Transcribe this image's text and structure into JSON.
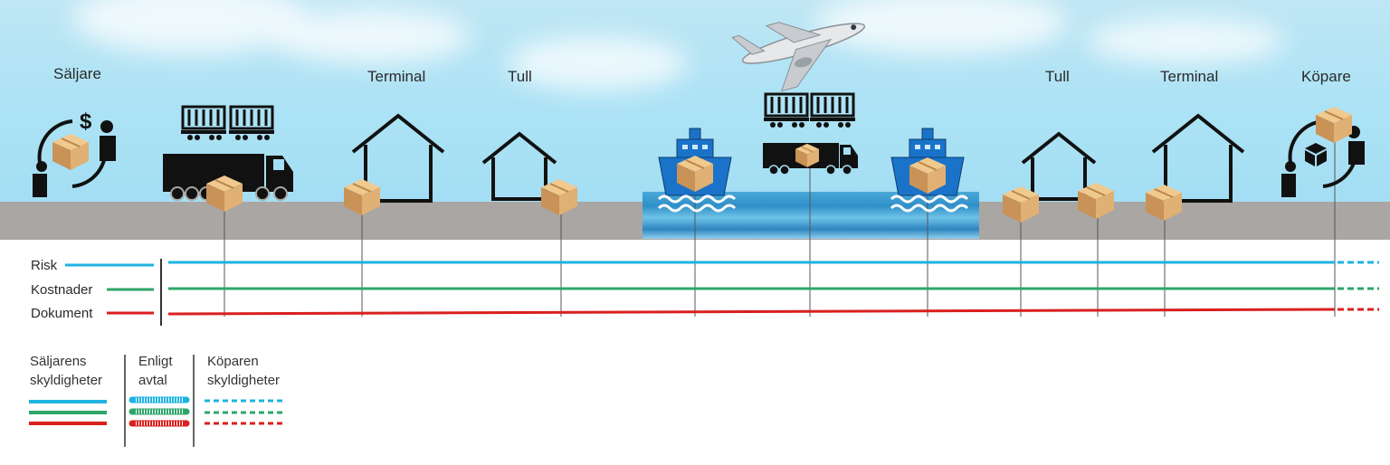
{
  "locations": {
    "seller": "Säljare",
    "terminal_origin": "Terminal",
    "customs_origin": "Tull",
    "customs_destination": "Tull",
    "terminal_destination": "Terminal",
    "buyer": "Köpare"
  },
  "obligation_rows": {
    "risk": "Risk",
    "costs": "Kostnader",
    "documents": "Dokument"
  },
  "legend": {
    "seller_line1": "Säljarens",
    "seller_line2": "skyldigheter",
    "agreement_line1": "Enligt",
    "agreement_line2": "avtal",
    "buyer_line1": "Köparen",
    "buyer_line2": "skyldigheter"
  },
  "colors": {
    "risk": "#1fb3e0",
    "costs": "#2ea66a",
    "documents": "#d9201f",
    "ship": "#1a73c8",
    "box": "#dba96b"
  },
  "icons": [
    "seller-exchange-icon",
    "train-icon",
    "truck-icon",
    "warehouse-icon",
    "airplane-icon",
    "ship-icon",
    "buyer-exchange-icon",
    "box-icon"
  ]
}
